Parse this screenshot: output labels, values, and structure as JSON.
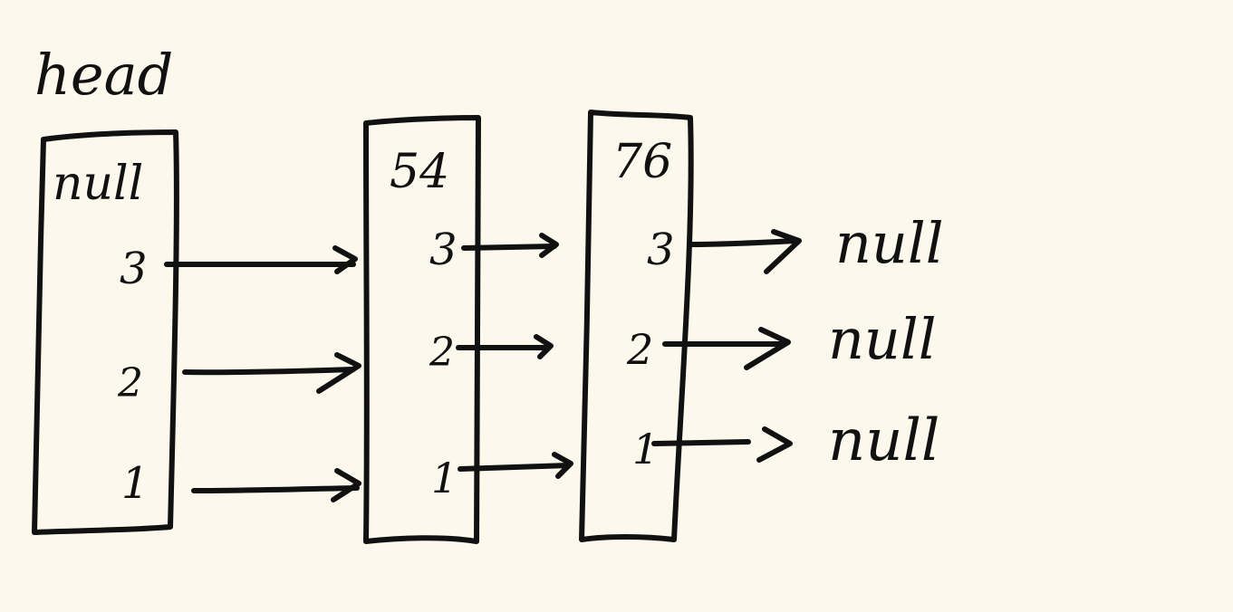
{
  "diagram": {
    "head_label": "head",
    "nodes": [
      {
        "id": "head",
        "value": "null",
        "levels": [
          "3",
          "2",
          "1"
        ]
      },
      {
        "id": "node-54",
        "value": "54",
        "levels": [
          "3",
          "2",
          "1"
        ]
      },
      {
        "id": "node-76",
        "value": "76",
        "levels": [
          "3",
          "2",
          "1"
        ]
      }
    ],
    "tail_nulls": [
      "null",
      "null",
      "null"
    ],
    "colors": {
      "background": "#fcf8ec",
      "ink": "#111111"
    }
  }
}
